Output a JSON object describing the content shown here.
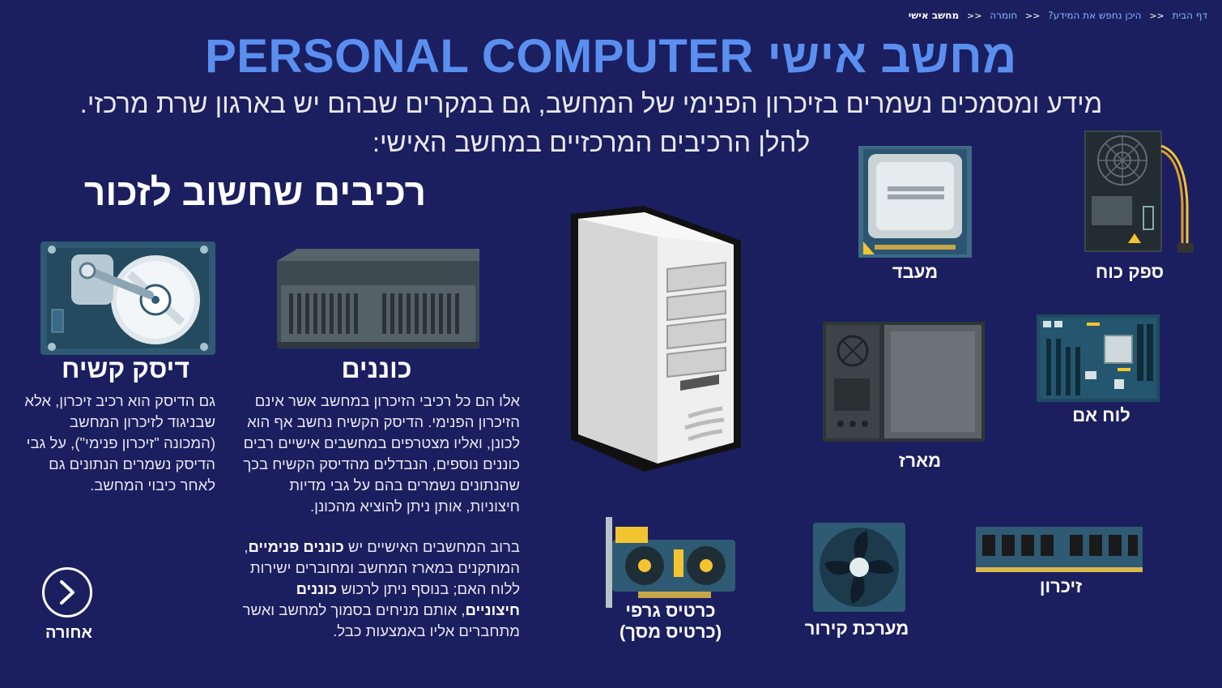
{
  "breadcrumb": {
    "home": "דף הבית",
    "where": "היכן נחפש את המידע?",
    "hardware": "חומרה",
    "current": "מחשב אישי",
    "separator": "<<"
  },
  "title": "מחשב אישי PERSONAL COMPUTER",
  "intro": {
    "line1": "מידע ומסמכים נשמרים בזיכרון הפנימי של המחשב, גם במקרים שבהם יש בארגון שרת מרכזי.",
    "line2": "להלן הרכיבים המרכזיים במחשב האישי:"
  },
  "section_title": "רכיבים שחשוב לזכור",
  "storage": {
    "hard_disk_label": "דיסק קשיח",
    "drives_label": "כוננים",
    "hard_disk_text": "גם הדיסק הוא רכיב זיכרון, אלא שבניגוד לזיכרון המחשב (המכונה \"זיכרון פנימי\"), על גבי הדיסק נשמרים הנתונים גם לאחר כיבוי המחשב.",
    "drives_text_1": "אלו הם כל רכיבי הזיכרון במחשב אשר אינם הזיכרון הפנימי. הדיסק הקשיח נחשב אף הוא לכונן, ואליו מצטרפים במחשבים אישיים רבים כוננים נוספים, הנבדלים מהדיסק הקשיח בכך שהנתונים נשמרים בהם על גבי מדיות חיצוניות, אותן ניתן להוציא מהכונן.",
    "drives_text_2a": "ברוב המחשבים האישיים יש ",
    "drives_text_2b": "כוננים פנימיים",
    "drives_text_2c": ", המותקנים במארז המחשב ומחוברים ישירות ללוח האם; בנוסף ניתן לרכוש ",
    "drives_text_2d": "כוננים חיצוניים",
    "drives_text_2e": ", אותם מניחים בסמוך למחשב ואשר מתחברים אליו באמצעות כבל."
  },
  "components": {
    "power_supply": "ספק כוח",
    "processor": "מעבד",
    "motherboard": "לוח אם",
    "case": "מארז",
    "memory": "זיכרון",
    "cooling": "מערכת קירור",
    "graphics_line1": "כרטיס גרפי",
    "graphics_line2": "(כרטיס מסך)"
  },
  "nav": {
    "back": "אחורה"
  },
  "colors": {
    "background": "#1b1f5f",
    "title": "#5a8ff0",
    "link": "#8fb2ff"
  }
}
